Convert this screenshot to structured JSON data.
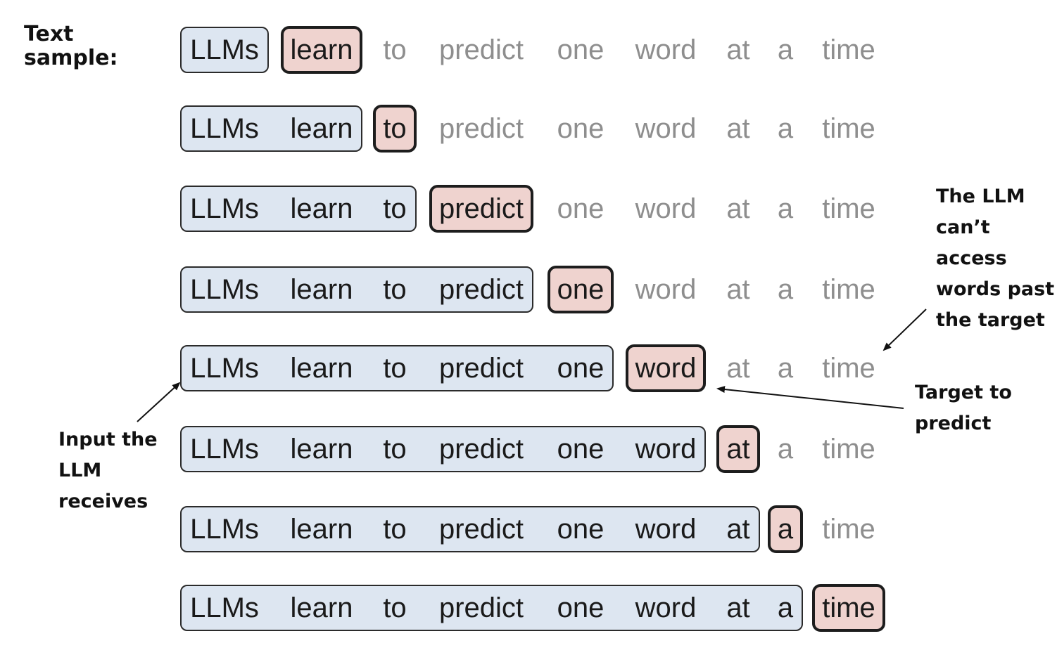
{
  "diagram": {
    "text_sample_label": "Text\nsample:",
    "tokens": [
      "LLMs",
      "learn",
      "to",
      "predict",
      "one",
      "word",
      "at",
      "a",
      "time"
    ],
    "rows": [
      {
        "input_count": 1,
        "target_index": 1
      },
      {
        "input_count": 2,
        "target_index": 2
      },
      {
        "input_count": 3,
        "target_index": 3
      },
      {
        "input_count": 4,
        "target_index": 4
      },
      {
        "input_count": 5,
        "target_index": 5
      },
      {
        "input_count": 6,
        "target_index": 6
      },
      {
        "input_count": 7,
        "target_index": 7
      },
      {
        "input_count": 8,
        "target_index": 8
      }
    ],
    "annotations": {
      "input_label": "Input the\nLLM\nreceives",
      "no_access_label": "The LLM\ncan’t access\nwords past\nthe target",
      "target_label": "Target to\npredict"
    },
    "colors": {
      "input_fill": "#dde6f1",
      "target_fill": "#efd3cf",
      "future_text": "#8e8e8e",
      "stroke": "#1d1d1d"
    }
  }
}
